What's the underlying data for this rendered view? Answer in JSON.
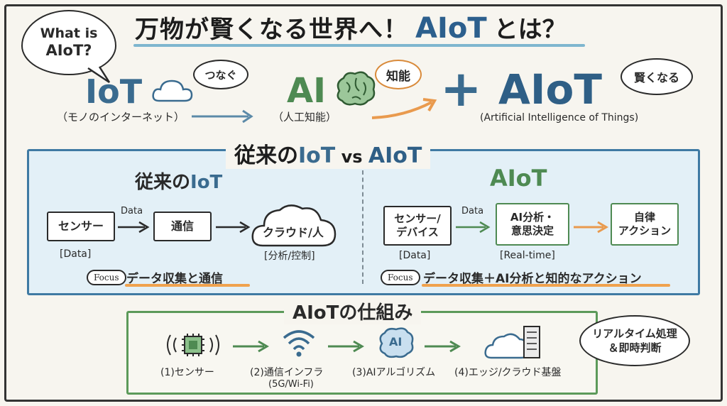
{
  "title": {
    "jp": "万物が賢くなる世界へ！",
    "aiot": "AIoT",
    "suffix": "とは？"
  },
  "what_bubble": {
    "line1": "What is",
    "line2": "AIoT?"
  },
  "top_row": {
    "iot": "IoT",
    "iot_sub": "（モノのインターネット）",
    "iot_bubble": "つなぐ",
    "ai": "AI",
    "ai_sub": "（人工知能）",
    "ai_bubble": "知能",
    "plus": "+",
    "aiot": "AIoT",
    "aiot_sub": "(Artificial Intelligence of Things)",
    "aiot_bubble": "賢くなる"
  },
  "comparison": {
    "title_prefix": "従来の",
    "title_iot": "IoT",
    "title_vs": " vs ",
    "title_aiot": "AIoT",
    "left": {
      "heading_prefix": "従来の",
      "heading_iot": "IoT",
      "box1": "センサー",
      "arrow_label": "Data",
      "box2": "通信",
      "cloud": "クラウド/人",
      "label1": "[Data]",
      "label_cloud": "[分析/控制]",
      "focus_pill": "Focus",
      "focus_text": "データ収集と通信"
    },
    "right": {
      "heading": "AIoT",
      "box1_line1": "センサー/",
      "box1_line2": "デバイス",
      "arrow_label": "Data",
      "box2_line1": "AI分析・",
      "box2_line2": "意思決定",
      "box3_line1": "自律",
      "box3_line2": "アクション",
      "label1": "[Data]",
      "label2": "[Real-time]",
      "focus_pill": "Focus",
      "focus_text": "データ収集＋AI分析と知的なアクション"
    }
  },
  "mechanism": {
    "title": "AIoTの仕組み",
    "steps": [
      {
        "label": "(1)センサー",
        "sub": ""
      },
      {
        "label": "(2)通信インフラ",
        "sub": "(5G/Wi-Fi)"
      },
      {
        "label": "(3)AIアルゴリズム",
        "sub": ""
      },
      {
        "label": "(4)エッジ/クラウド基盤",
        "sub": ""
      }
    ],
    "ai_chip": "AI",
    "bubble_line1": "リアルタイム処理",
    "bubble_line2": "＆即時判断"
  },
  "colors": {
    "blue_accent": "#3a6b8f",
    "green_accent": "#4e8a52",
    "orange_accent": "#f0a24e",
    "panel_blue_bg": "#e3f0f7"
  }
}
